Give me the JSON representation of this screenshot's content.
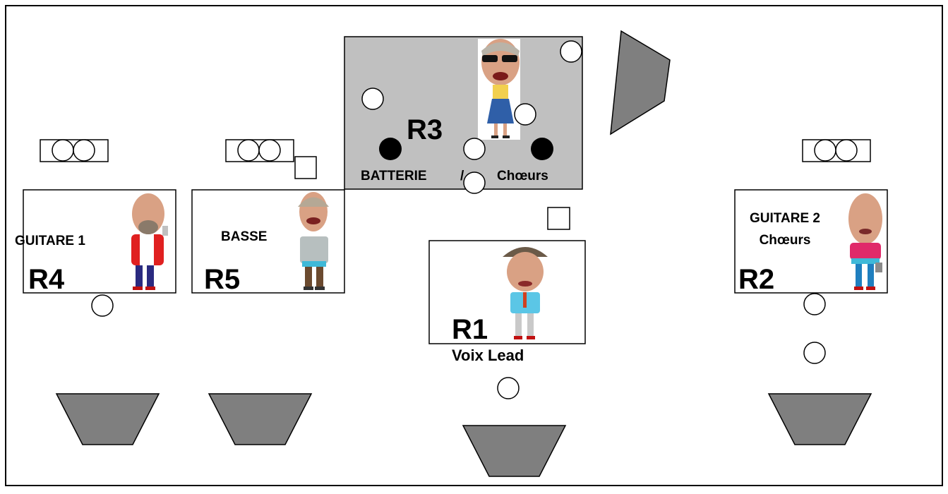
{
  "stage": {
    "drum_riser": {
      "riser_label": "R3",
      "caption_left": "BATTERIE",
      "caption_sep": "/",
      "caption_right": "Chœurs",
      "fill_color": "#c0c0c0"
    },
    "performers": [
      {
        "riser": "R4",
        "role": "GUITARE 1"
      },
      {
        "riser": "R5",
        "role": "BASSE"
      },
      {
        "riser": "R1",
        "role": "Voix Lead"
      },
      {
        "riser": "R2",
        "role": "GUITARE 2",
        "role_line2": "Chœurs"
      }
    ],
    "colors": {
      "wedge_fill": "#7f7f7f",
      "drum_mic": "#000000",
      "outline": "#000000"
    }
  }
}
